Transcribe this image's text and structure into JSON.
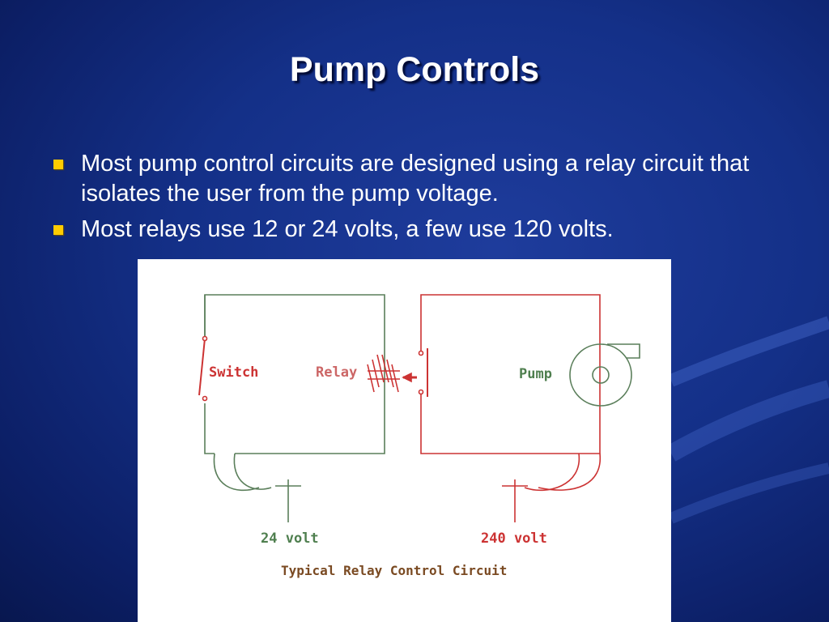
{
  "slide": {
    "title": "Pump Controls",
    "bullets": [
      "Most pump control circuits are designed using a relay circuit that isolates the user from the pump voltage.",
      "Most relays use 12 or 24 volts, a few use 120 volts."
    ]
  },
  "diagram": {
    "labels": {
      "switch": "Switch",
      "relay": "Relay",
      "pump": "Pump",
      "low_voltage": "24 volt",
      "high_voltage": "240 volt",
      "caption": "Typical Relay Control Circuit"
    },
    "colors": {
      "control_circuit": "#5a7e5a",
      "power_circuit": "#cc3333",
      "pump_label": "#4f7f4f",
      "caption": "#7a4a22",
      "background": "#ffffff"
    }
  },
  "theme": {
    "bullet_color": "#ffcc00",
    "text_color": "#ffffff"
  }
}
